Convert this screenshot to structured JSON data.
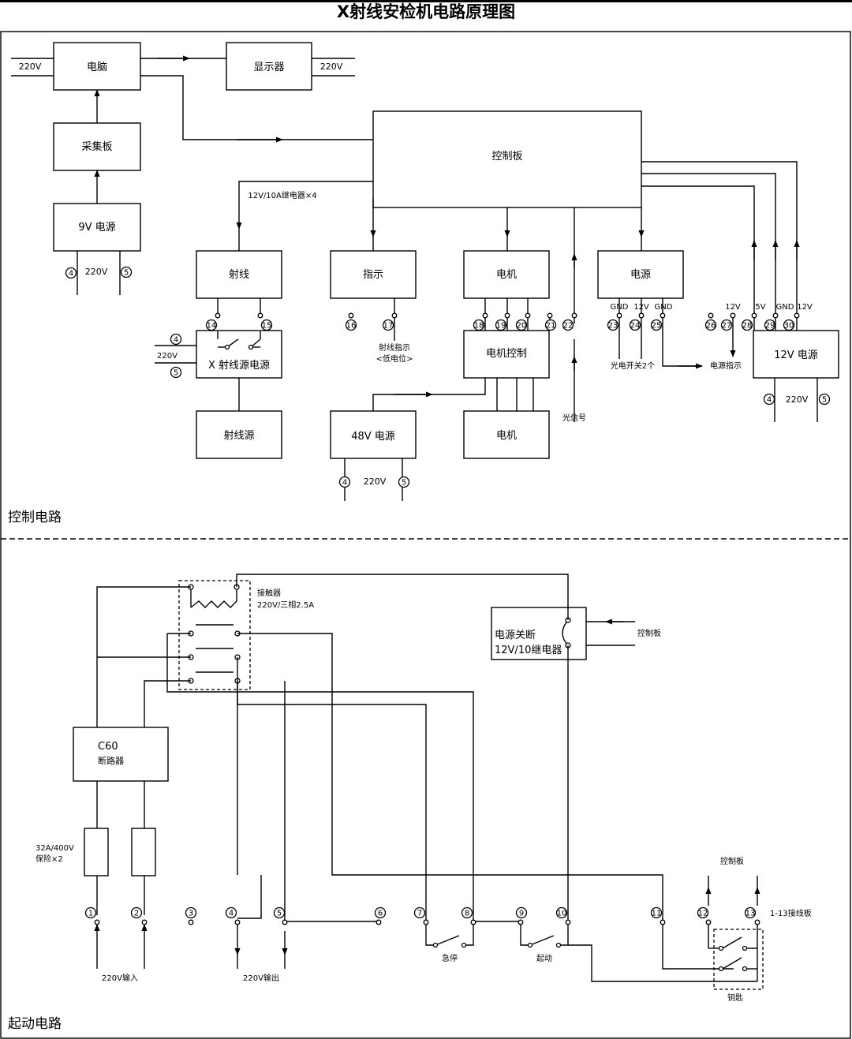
{
  "title": "X射线安检机电路原理图",
  "sections": {
    "control": "控制电路",
    "startup": "起动电路"
  },
  "blocks": {
    "pc": "电脑",
    "monitor": "显示器",
    "acq": "采集板",
    "psu9": "9V 电源",
    "ctrl": "控制板",
    "ray": "射线",
    "ind": "指示",
    "motor_blk": "电机",
    "power_blk": "电源",
    "xpsu": "X 射线源电源",
    "motor_ctrl": "电机控制",
    "xsrc": "射线源",
    "psu48": "48V 电源",
    "motor": "电机",
    "psu12": "12V 电源",
    "c60": "C60",
    "breaker": "断路器",
    "cutoff1": "电源关断",
    "cutoff2": "12V/10继电器"
  },
  "labels": {
    "v220": "220V",
    "relay_note": "12V/10A继电器×4",
    "ray_ind1": "射线指示",
    "ray_ind2": "<低电位>",
    "photo_switch": "光电开关2个",
    "power_ind": "电源指示",
    "light_sig": "光信号",
    "gnd": "GND",
    "v12": "12V",
    "v5": "5V",
    "contactor1": "接触器",
    "contactor2": "220V/三相2.5A",
    "ctrlboard": "控制板",
    "fuse1": "32A/400V",
    "fuse2": "保险×2",
    "in220": "220V输入",
    "out220": "220V输出",
    "estop": "急停",
    "start": "起动",
    "key": "钥匙",
    "terminal": "1-13接线板"
  },
  "terminals": [
    "1",
    "2",
    "3",
    "4",
    "5",
    "6",
    "7",
    "8",
    "9",
    "10",
    "11",
    "12",
    "13",
    "14",
    "15",
    "16",
    "17",
    "18",
    "19",
    "20",
    "21",
    "22",
    "23",
    "24",
    "25",
    "26",
    "27",
    "28",
    "29",
    "30"
  ]
}
